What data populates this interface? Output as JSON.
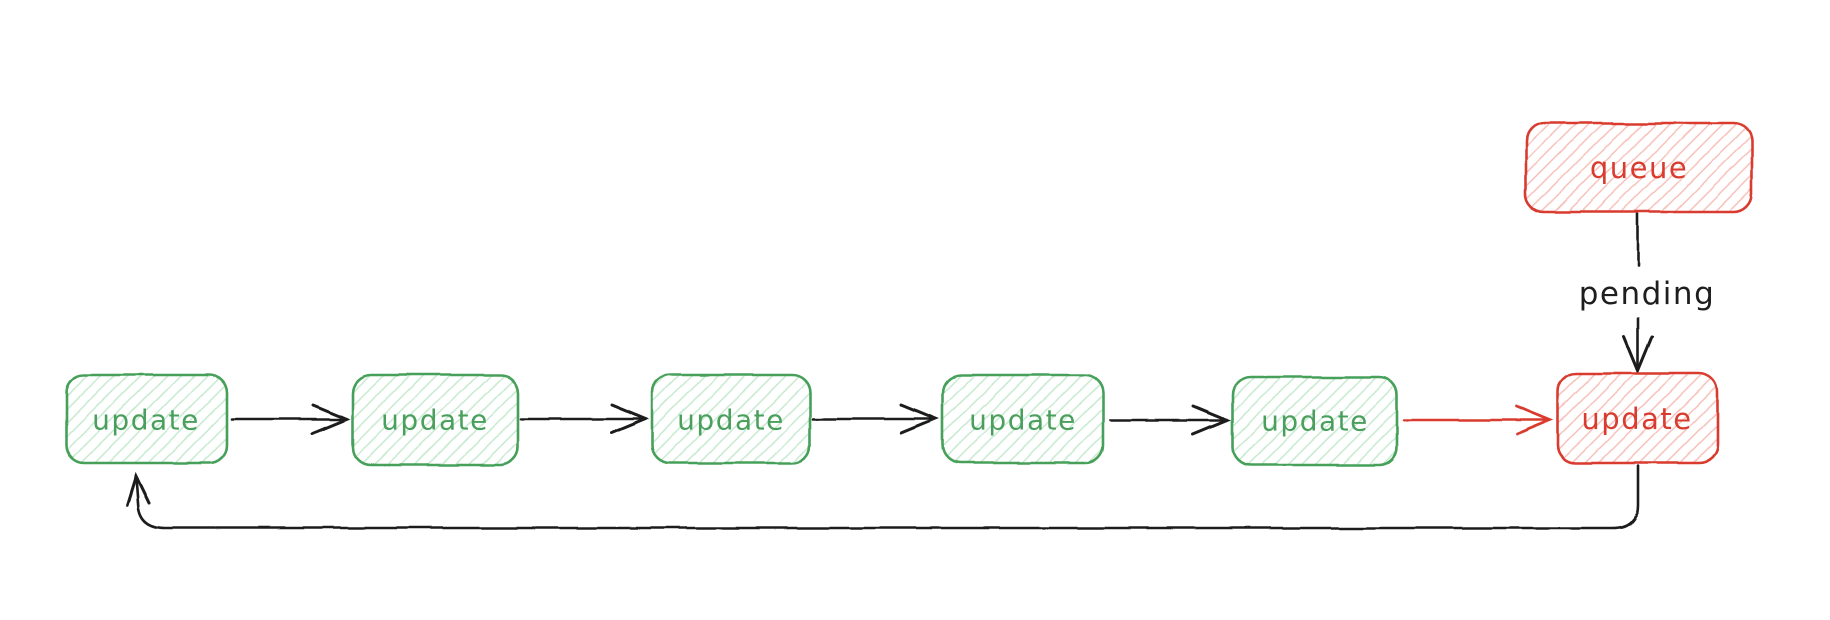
{
  "diagram": {
    "type": "flowchart",
    "background": "#ffffff",
    "colors": {
      "green_stroke": "#46a05a",
      "green_hatch_fill": "#c2e8cc",
      "red_stroke": "#d93b2e",
      "red_hatch_fill": "#f6bcb5",
      "line_black": "#1e1e1e"
    },
    "nodes": [
      {
        "id": "queue",
        "label": "queue",
        "color": "red"
      },
      {
        "id": "update-1",
        "label": "update",
        "color": "green"
      },
      {
        "id": "update-2",
        "label": "update",
        "color": "green"
      },
      {
        "id": "update-3",
        "label": "update",
        "color": "green"
      },
      {
        "id": "update-4",
        "label": "update",
        "color": "green"
      },
      {
        "id": "update-5",
        "label": "update",
        "color": "green"
      },
      {
        "id": "update-6",
        "label": "update",
        "color": "red"
      }
    ],
    "edges": [
      {
        "from": "update-1",
        "to": "update-2",
        "color": "black"
      },
      {
        "from": "update-2",
        "to": "update-3",
        "color": "black"
      },
      {
        "from": "update-3",
        "to": "update-4",
        "color": "black"
      },
      {
        "from": "update-4",
        "to": "update-5",
        "color": "black"
      },
      {
        "from": "update-5",
        "to": "update-6",
        "color": "red"
      },
      {
        "from": "queue",
        "to": "update-6",
        "color": "black",
        "label": "pending"
      },
      {
        "from": "update-6",
        "to": "update-1",
        "color": "black",
        "style": "loop-back"
      }
    ]
  }
}
